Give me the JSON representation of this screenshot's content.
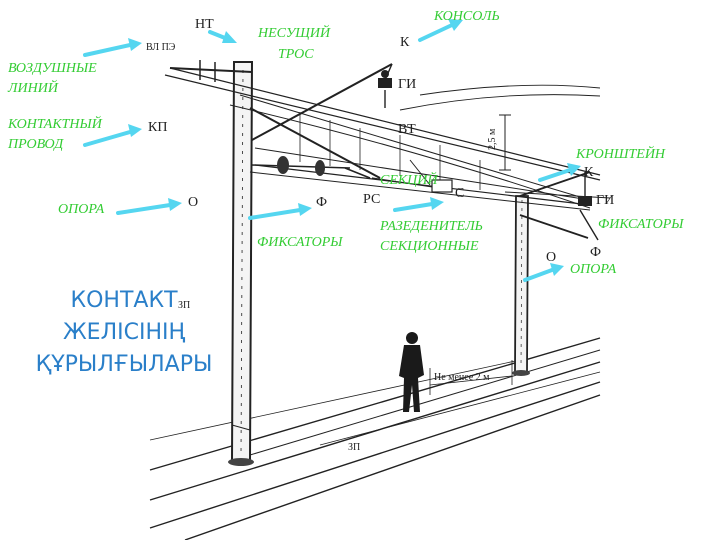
{
  "colors": {
    "label_green": "#33cc33",
    "title_blue": "#2a7fc9",
    "arrow_cyan": "#55d6f0",
    "ink": "#222222"
  },
  "title_lines": [
    "КОНТАКТ",
    "ЖЕЛІСІНІҢ",
    "ҚҰРЫЛҒЫЛАРЫ"
  ],
  "labels": {
    "vozdushnye_linii": [
      "ВОЗДУШНЫЕ",
      "ЛИНИЙ"
    ],
    "kontaktny_provod": [
      "КОНТАКТНЫЙ",
      "ПРОВОД"
    ],
    "opora_left": "ОПОРА",
    "nesushchiy_tros": [
      "НЕСУЩИЙ",
      "ТРОС"
    ],
    "konsol": "КОНСОЛЬ",
    "fiksatory_center": "ФИКСАТОРЫ",
    "sekciy": "СЕКЦИЙ",
    "razedinitel": [
      "РАЗЕДЕНИТЕЛЬ",
      "СЕКЦИОННЫЕ"
    ],
    "kronshteyn": "КРОНШТЕЙН",
    "fiksatory_right": "ФИКСАТОРЫ",
    "opora_right": "ОПОРА"
  },
  "codes": {
    "nt": "НТ",
    "vl_pe": "ВЛ ПЭ",
    "k_left": "К",
    "gi_left": "ГИ",
    "vt": "ВТ",
    "kp": "КП",
    "o_left": "О",
    "f_left": "Ф",
    "rs": "РС",
    "s": "С",
    "k_right": "К",
    "gi_right": "ГИ",
    "o_right": "О",
    "f_right": "Ф",
    "zp_left": "ЗП",
    "zp_bottom": "ЗП",
    "height": "2,5 м",
    "clearance": "Не менее 2 м"
  }
}
